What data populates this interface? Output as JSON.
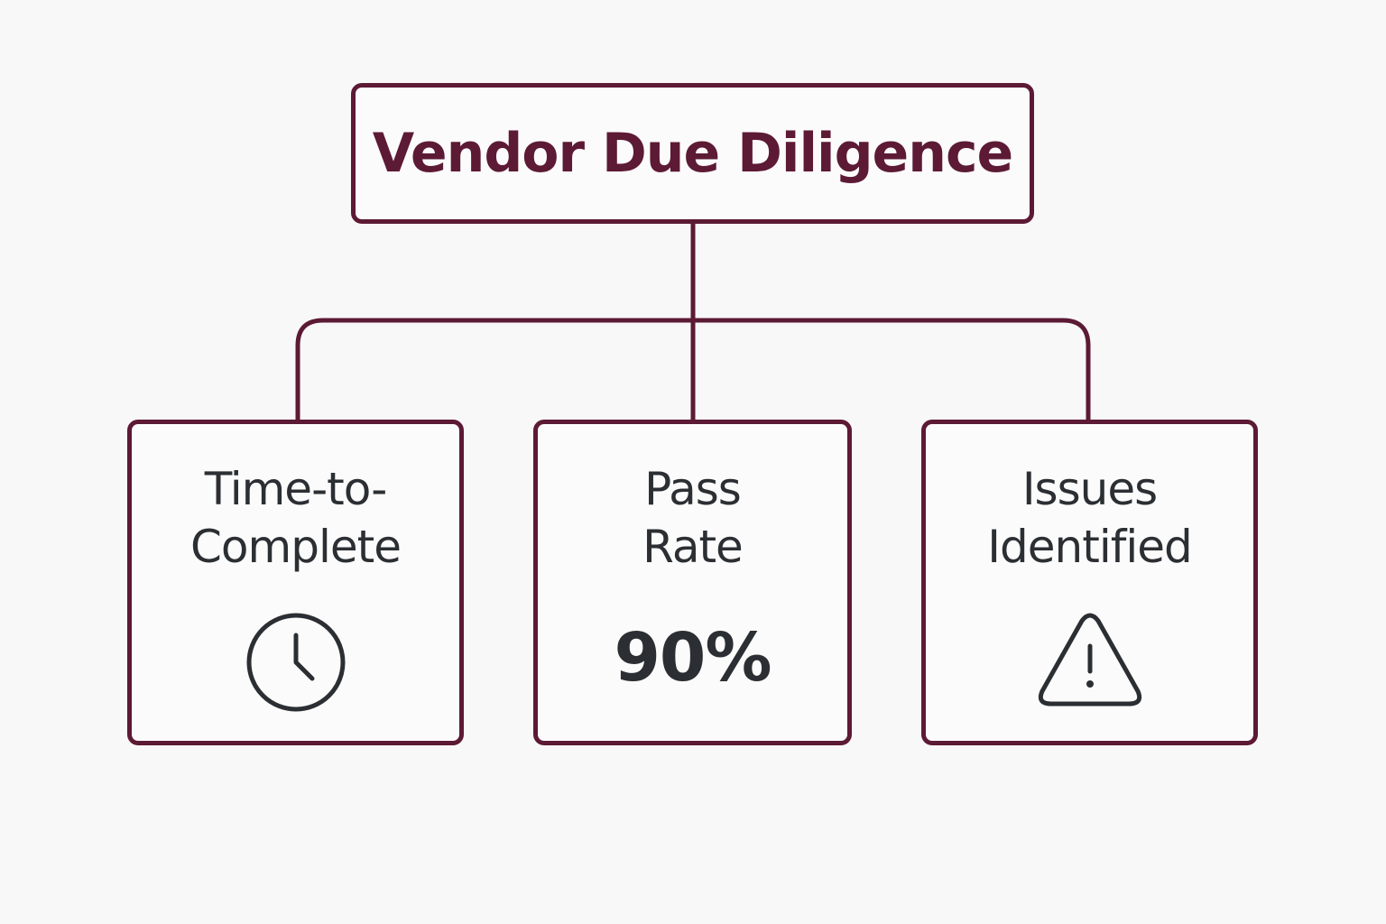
{
  "diagram": {
    "root": {
      "title": "Vendor Due Diligence"
    },
    "children": [
      {
        "label_lines": [
          "Time-to-",
          "Complete"
        ],
        "icon": "clock-icon"
      },
      {
        "label_lines": [
          "Pass",
          "Rate"
        ],
        "value": "90%"
      },
      {
        "label_lines": [
          "Issues",
          "Identified"
        ],
        "icon": "warning-triangle-icon"
      }
    ],
    "colors": {
      "accent": "#5c1a34",
      "text": "#2b2f33",
      "background": "#f9f8f8"
    }
  }
}
